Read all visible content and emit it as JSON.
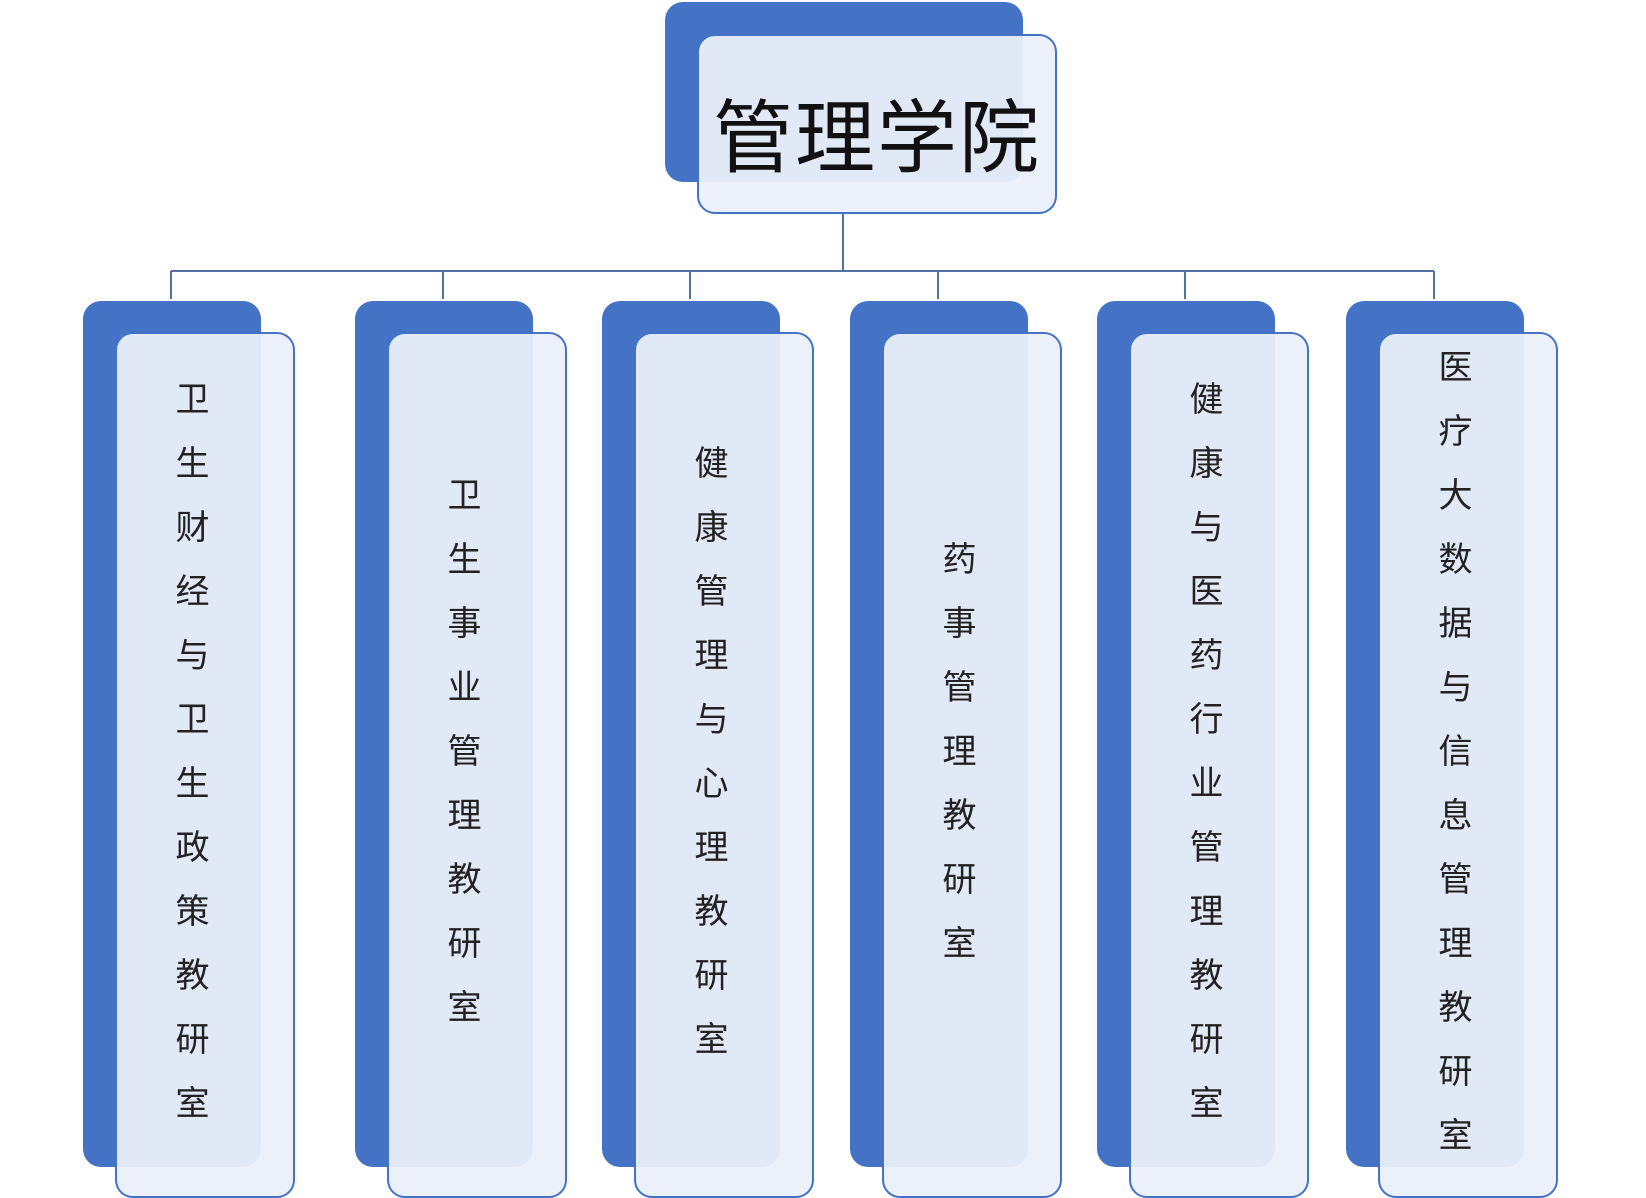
{
  "diagram": {
    "type": "org-chart",
    "colors": {
      "accent": "#4472c4",
      "card_fill": "#eaeffa",
      "connector": "#5171a5"
    },
    "root": {
      "label": "管理学院"
    },
    "departments": [
      {
        "label": "卫生财经与卫生政策教研室"
      },
      {
        "label": "卫生事业管理教研室"
      },
      {
        "label": "健康管理与心理教研室"
      },
      {
        "label": "药事管理教研室"
      },
      {
        "label": "健康与医药行业管理教研室"
      },
      {
        "label": "医疗大数据与信息管理教研室"
      }
    ]
  }
}
